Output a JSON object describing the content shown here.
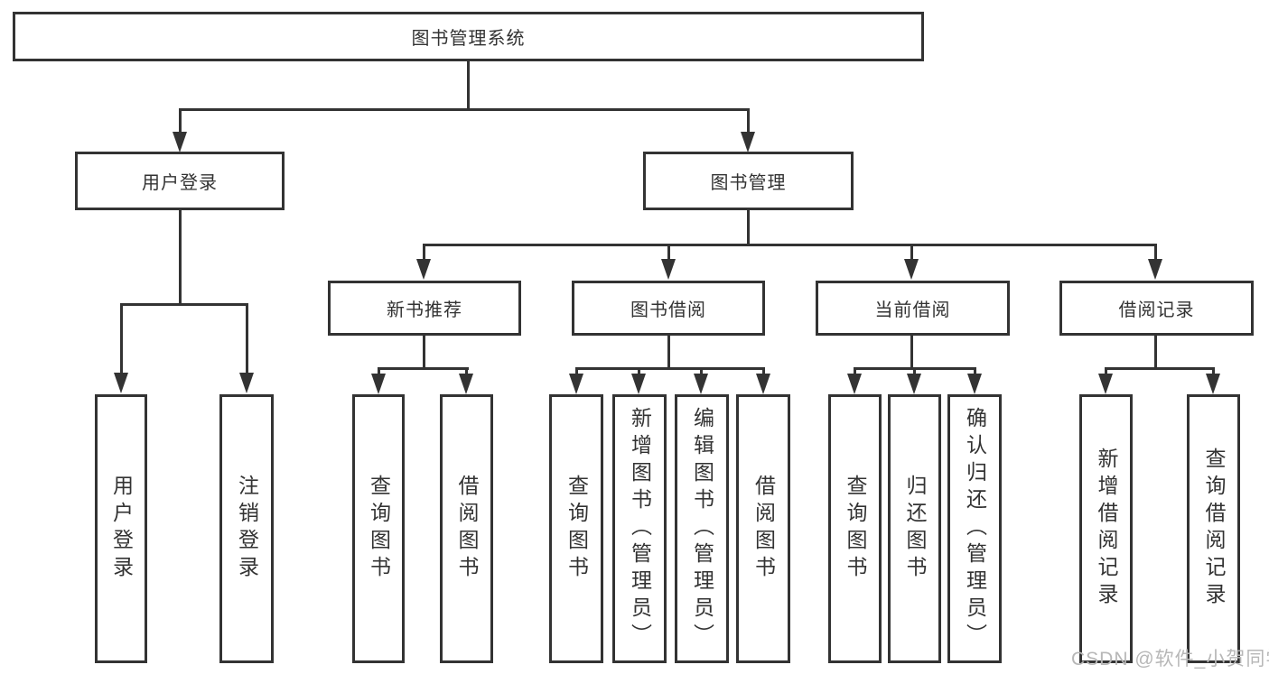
{
  "diagram": {
    "title": "图书管理系统",
    "type": "hierarchy-tree",
    "nodes": {
      "root": {
        "label": "图书管理系统"
      },
      "user_login": {
        "label": "用户登录"
      },
      "book_mgmt": {
        "label": "图书管理"
      },
      "new_book_rec": {
        "label": "新书推荐"
      },
      "book_borrow": {
        "label": "图书借阅"
      },
      "current_borrow": {
        "label": "当前借阅"
      },
      "borrow_records": {
        "label": "借阅记录"
      },
      "leaf_user_login": {
        "label": "用户登录"
      },
      "leaf_logout": {
        "label": "注销登录"
      },
      "leaf_nb_query": {
        "label": "查询图书"
      },
      "leaf_nb_borrow": {
        "label": "借阅图书"
      },
      "leaf_bb_query": {
        "label": "查询图书"
      },
      "leaf_bb_add": {
        "label": "新增图书（管理员）"
      },
      "leaf_bb_edit": {
        "label": "编辑图书（管理员）"
      },
      "leaf_bb_borrow": {
        "label": "借阅图书"
      },
      "leaf_cb_query": {
        "label": "查询图书"
      },
      "leaf_cb_return": {
        "label": "归还图书"
      },
      "leaf_cb_confirm": {
        "label": "确认归还（管理员）"
      },
      "leaf_br_add": {
        "label": "新增借阅记录"
      },
      "leaf_br_query": {
        "label": "查询借阅记录"
      }
    },
    "hierarchy": {
      "root": [
        "user_login",
        "book_mgmt"
      ],
      "user_login": [
        "leaf_user_login",
        "leaf_logout"
      ],
      "book_mgmt": [
        "new_book_rec",
        "book_borrow",
        "current_borrow",
        "borrow_records"
      ],
      "new_book_rec": [
        "leaf_nb_query",
        "leaf_nb_borrow"
      ],
      "book_borrow": [
        "leaf_bb_query",
        "leaf_bb_add",
        "leaf_bb_edit",
        "leaf_bb_borrow"
      ],
      "current_borrow": [
        "leaf_cb_query",
        "leaf_cb_return",
        "leaf_cb_confirm"
      ],
      "borrow_records": [
        "leaf_br_add",
        "leaf_br_query"
      ]
    },
    "colors": {
      "line": "#333333",
      "box_border": "#333333",
      "text": "#333333",
      "background": "#ffffff",
      "watermark": "#b7b7b7"
    }
  },
  "watermark": {
    "text": "CSDN @软件_小贺同学"
  }
}
